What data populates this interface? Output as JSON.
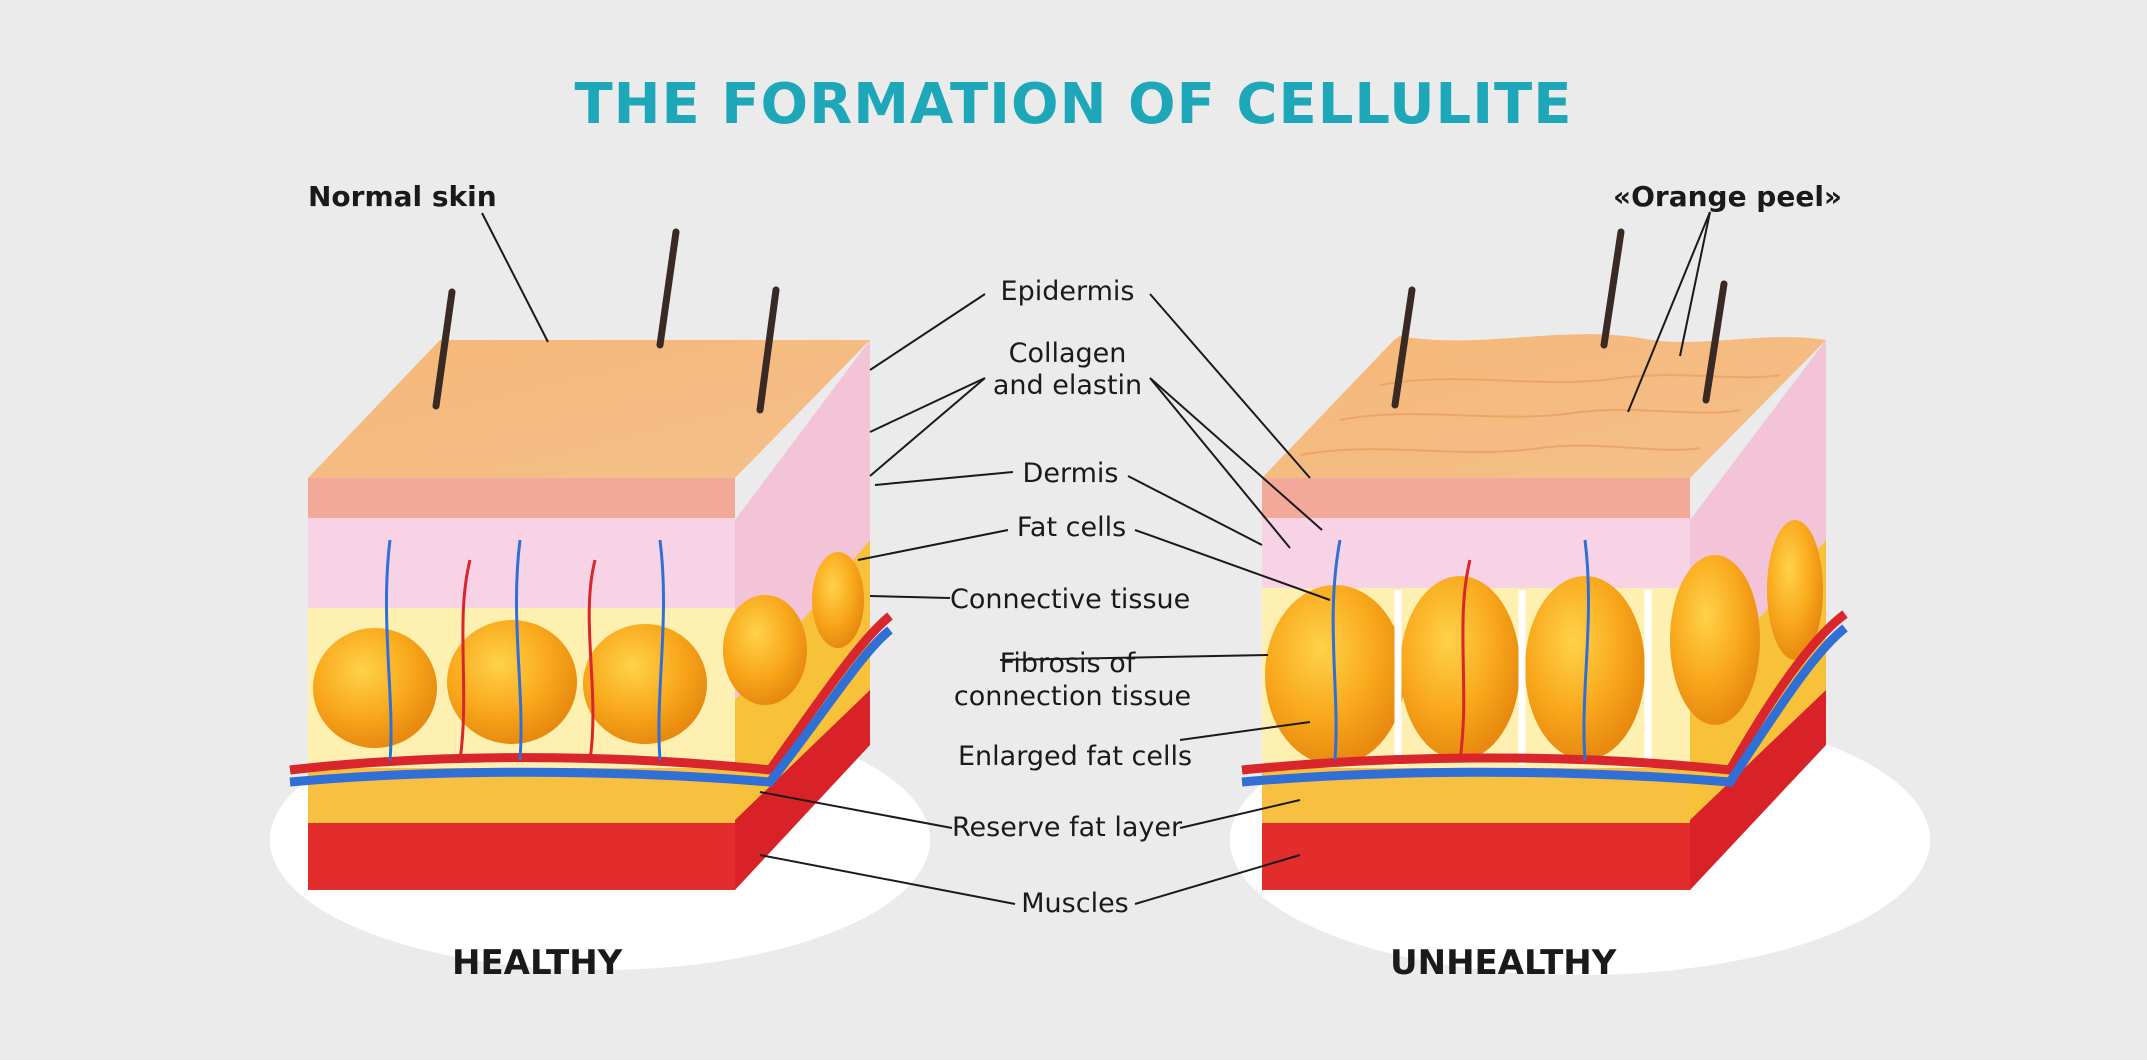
{
  "title": "THE FORMATION OF CELLULITE",
  "left_title": "Normal skin",
  "right_title": "«Orange peel»",
  "panels": {
    "left": "HEALTHY",
    "right": "UNHEALTHY"
  },
  "labels": {
    "epidermis": "Epidermis",
    "collagen_1": "Collagen",
    "collagen_2": "and elastin",
    "dermis": "Dermis",
    "fat_cells": "Fat cells",
    "connective": "Connective tissue",
    "fibrosis_1": "Fibrosis of",
    "fibrosis_2": "connection tissue",
    "enlarged": "Enlarged fat cells",
    "reserve": "Reserve fat layer",
    "muscles": "Muscles"
  },
  "colors": {
    "title": "#1ea7b8",
    "epidermis": "#f4b678",
    "dermis": "#f7cde4",
    "fat": "#f7a81c",
    "muscle": "#e32d2d",
    "vein": "#2f6fd6",
    "artery": "#d9262c"
  }
}
